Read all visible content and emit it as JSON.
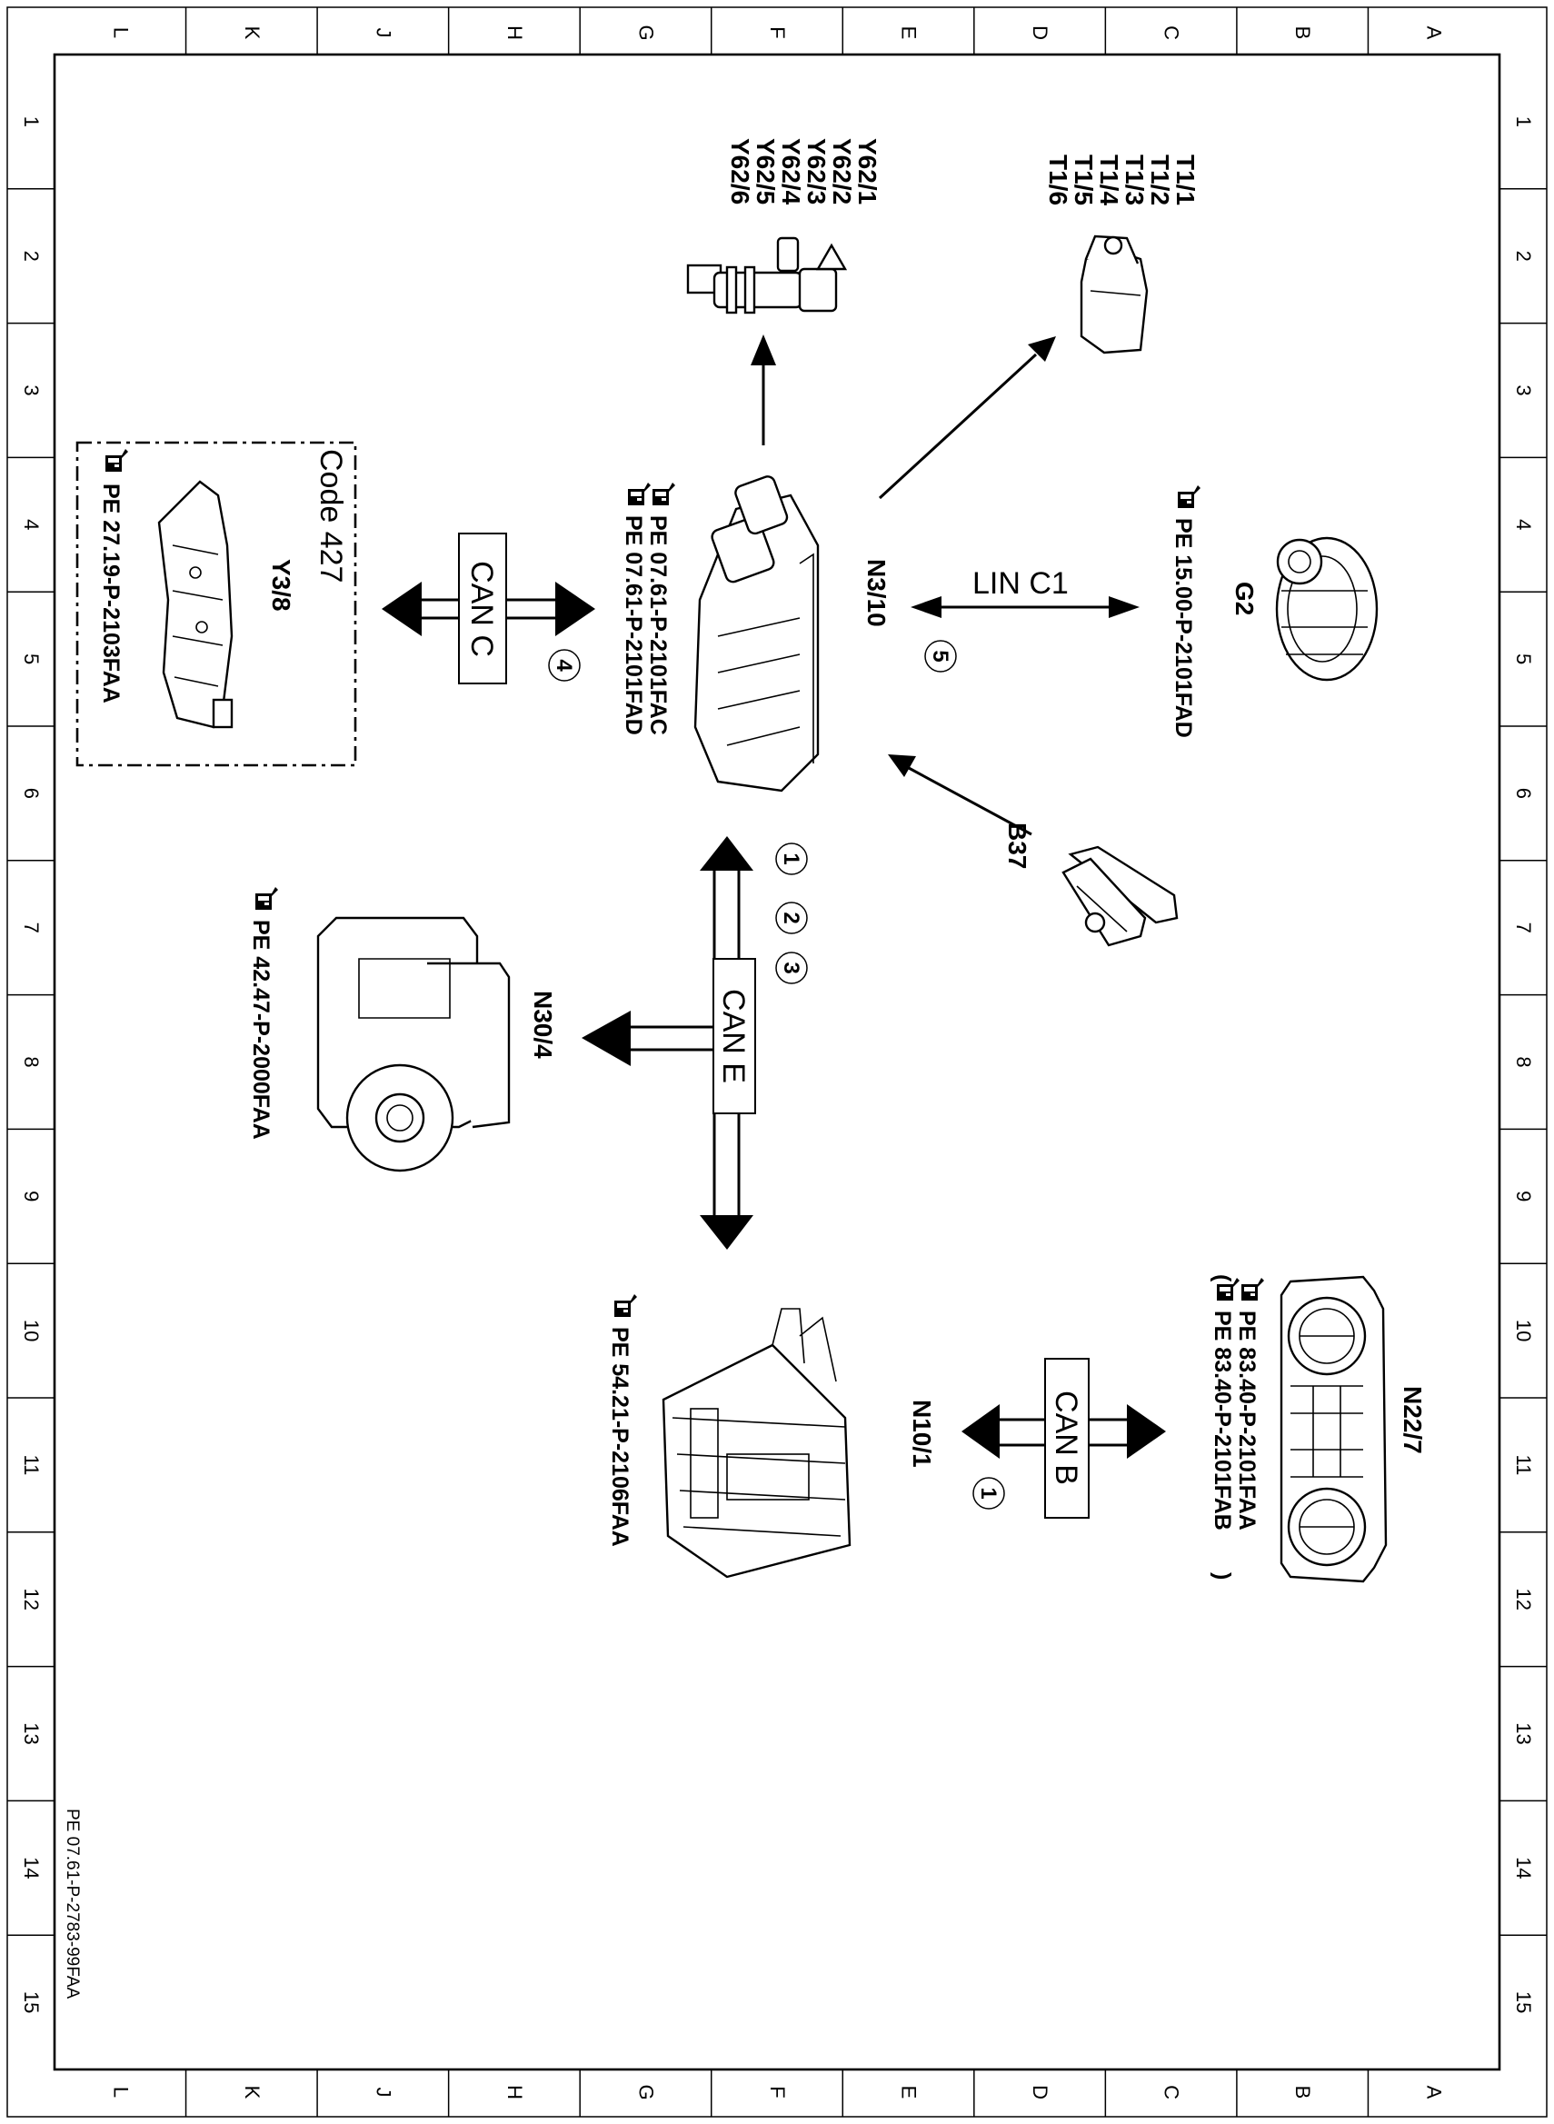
{
  "sheet": {
    "letters": [
      "L",
      "K",
      "J",
      "H",
      "G",
      "F",
      "E",
      "D",
      "C",
      "B",
      "A"
    ],
    "numbers": [
      "1",
      "2",
      "3",
      "4",
      "5",
      "6",
      "7",
      "8",
      "9",
      "10",
      "11",
      "12",
      "13",
      "14",
      "15"
    ],
    "document_ref": "PE 07.61-P-2783-99FAA"
  },
  "components": {
    "n3_10": {
      "label": "N3/10",
      "refs": [
        "PE 07.61-P-2101FAC",
        "PE 07.61-P-2101FAD"
      ]
    },
    "y62": {
      "labels": [
        "Y62/1",
        "Y62/2",
        "Y62/3",
        "Y62/4",
        "Y62/5",
        "Y62/6"
      ]
    },
    "t1": {
      "labels": [
        "T1/1",
        "T1/2",
        "T1/3",
        "T1/4",
        "T1/5",
        "T1/6"
      ]
    },
    "g2": {
      "label": "G2",
      "ref": "PE 15.00-P-2101FAD"
    },
    "b37": {
      "label": "B37"
    },
    "y3_8": {
      "code": "Code 427",
      "label": "Y3/8",
      "ref": "PE 27.19-P-2103FAA"
    },
    "n30_4": {
      "label": "N30/4",
      "ref": "PE 42.47-P-2000FAA"
    },
    "n10_1": {
      "label": "N10/1",
      "ref": "PE 54.21-P-2106FAA"
    },
    "n22_7": {
      "label": "N22/7",
      "ref1": "PE 83.40-P-2101FAA",
      "ref2_open": "(",
      "ref2": "PE 83.40-P-2101FAB",
      "ref2_close": ")"
    }
  },
  "buses": {
    "lin_c1": {
      "label": "LIN C1",
      "marker": "5"
    },
    "can_c": {
      "label": "CAN C",
      "marker": "4"
    },
    "can_e": {
      "label": "CAN E",
      "markers": [
        "1",
        "2",
        "3"
      ]
    },
    "can_b": {
      "label": "CAN B",
      "marker": "1"
    }
  },
  "icons": {
    "reference_pointer": "pointing-hand-icon"
  }
}
